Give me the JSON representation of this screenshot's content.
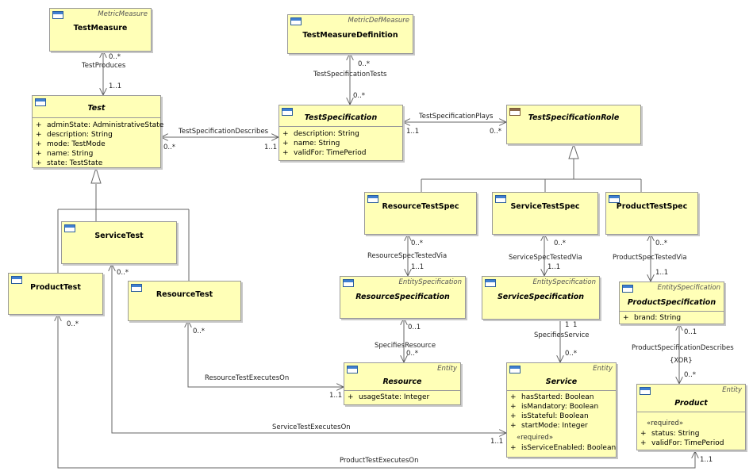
{
  "classes": {
    "test_measure": {
      "stereotype": "MetricMeasure",
      "name": "TestMeasure"
    },
    "test_measure_definition": {
      "stereotype": "MetricDefMeasure",
      "name": "TestMeasureDefinition"
    },
    "test": {
      "name": "Test",
      "attributes": [
        "adminState: AdministrativeState",
        "description: String",
        "mode: TestMode",
        "name: String",
        "state: TestState"
      ]
    },
    "test_specification": {
      "name": "TestSpecification",
      "attributes": [
        "description: String",
        "name: String",
        "validFor: TimePeriod"
      ]
    },
    "test_specification_role": {
      "name": "TestSpecificationRole"
    },
    "resource_test_spec": {
      "name": "ResourceTestSpec"
    },
    "service_test_spec": {
      "name": "ServiceTestSpec"
    },
    "product_test_spec": {
      "name": "ProductTestSpec"
    },
    "service_test": {
      "name": "ServiceTest"
    },
    "product_test": {
      "name": "ProductTest"
    },
    "resource_test": {
      "name": "ResourceTest"
    },
    "resource_specification": {
      "stereotype": "EntitySpecification",
      "name": "ResourceSpecification"
    },
    "service_specification": {
      "stereotype": "EntitySpecification",
      "name": "ServiceSpecification"
    },
    "product_specification": {
      "stereotype": "EntitySpecification",
      "name": "ProductSpecification",
      "attributes": [
        "brand: String"
      ]
    },
    "resource": {
      "stereotype": "Entity",
      "name": "Resource",
      "attributes": [
        "usageState: Integer"
      ]
    },
    "service": {
      "stereotype": "Entity",
      "name": "Service",
      "attributes": [
        "hasStarted: Boolean",
        "isMandatory: Boolean",
        "isStateful: Boolean",
        "startMode: Integer"
      ],
      "required_label": "«required»",
      "required_attributes": [
        "isServiceEnabled: Boolean"
      ]
    },
    "product": {
      "stereotype": "Entity",
      "name": "Product",
      "required_label": "«required»",
      "required_attributes": [
        "status: String",
        "validFor: TimePeriod"
      ]
    }
  },
  "associations": {
    "test_produces": {
      "name": "TestProduces",
      "end_a": "0..*",
      "end_b": "1..1"
    },
    "test_specification_tests": {
      "name": "TestSpecificationTests",
      "end_a": "0..*",
      "end_b": "0..*"
    },
    "test_specification_describes": {
      "name": "TestSpecificationDescribes",
      "end_a": "0..*",
      "end_b": "1..1"
    },
    "test_specification_plays": {
      "name": "TestSpecificationPlays",
      "end_a": "1..1",
      "end_b": "0..*"
    },
    "resource_spec_tested_via": {
      "name": "ResourceSpecTestedVia",
      "end_a": "0..*",
      "end_b": "1..1"
    },
    "service_spec_tested_via": {
      "name": "ServiceSpecTestedVia",
      "end_a": "0..*",
      "end_b": "1..1"
    },
    "product_spec_tested_via": {
      "name": "ProductSpecTestedVia",
      "end_a": "0..*",
      "end_b": "1..1"
    },
    "specifies_resource": {
      "name": "SpecifiesResource",
      "end_a": "0..1",
      "end_b": "0..*"
    },
    "specifies_service": {
      "name": "SpecifiesService",
      "end_a": "1",
      "end_a2": "1",
      "end_b": "0..*"
    },
    "product_specification_describes": {
      "name": "ProductSpecificationDescribes",
      "xor": "{XOR}",
      "end_a": "0..1",
      "end_b": "0..*"
    },
    "resource_test_executes_on": {
      "name": "ResourceTestExecutesOn",
      "end_a": "0..*",
      "end_b": "1..1"
    },
    "service_test_executes_on": {
      "name": "ServiceTestExecutesOn",
      "end_a": "0..*",
      "end_b": "1..1"
    },
    "product_test_executes_on": {
      "name": "ProductTestExecutesOn",
      "end_a": "0..*",
      "end_b": "1..1"
    }
  },
  "attribute_marker": "+"
}
